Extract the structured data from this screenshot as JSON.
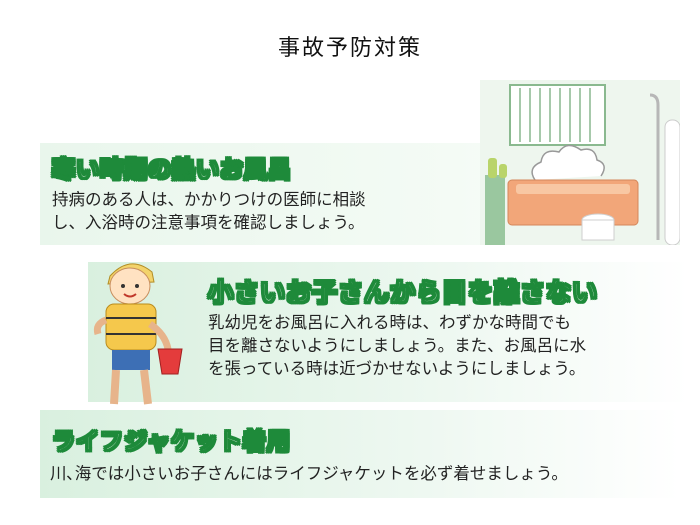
{
  "page": {
    "title": "事故予防対策"
  },
  "sections": [
    {
      "heading": "寒い時期の熱いお風呂",
      "lines": [
        "持病のある人は、かかりつけの医師に相談",
        "し、入浴時の注意事項を確認しましょう。"
      ]
    },
    {
      "heading": "小さいお子さんから目を離さない",
      "lines": [
        "乳幼児をお風呂に入れる時は、わずかな時間でも",
        "目を離さないようにしましょう。また、お風呂に水",
        "を張っている時は近づかせないようにしましょう。"
      ]
    },
    {
      "heading": "ライフジャケット着用",
      "lines": [
        "川､海では小さいお子さんにはライフジャケットを必ず着せましょう。"
      ]
    }
  ],
  "colors": {
    "heading_green": "#1e8a3a",
    "panel_green": "#d9f0df",
    "tub_orange": "#f2a679"
  },
  "illustrations": {
    "bathroom": "bathroom-illustration",
    "child": "child-in-life-jacket-illustration"
  }
}
